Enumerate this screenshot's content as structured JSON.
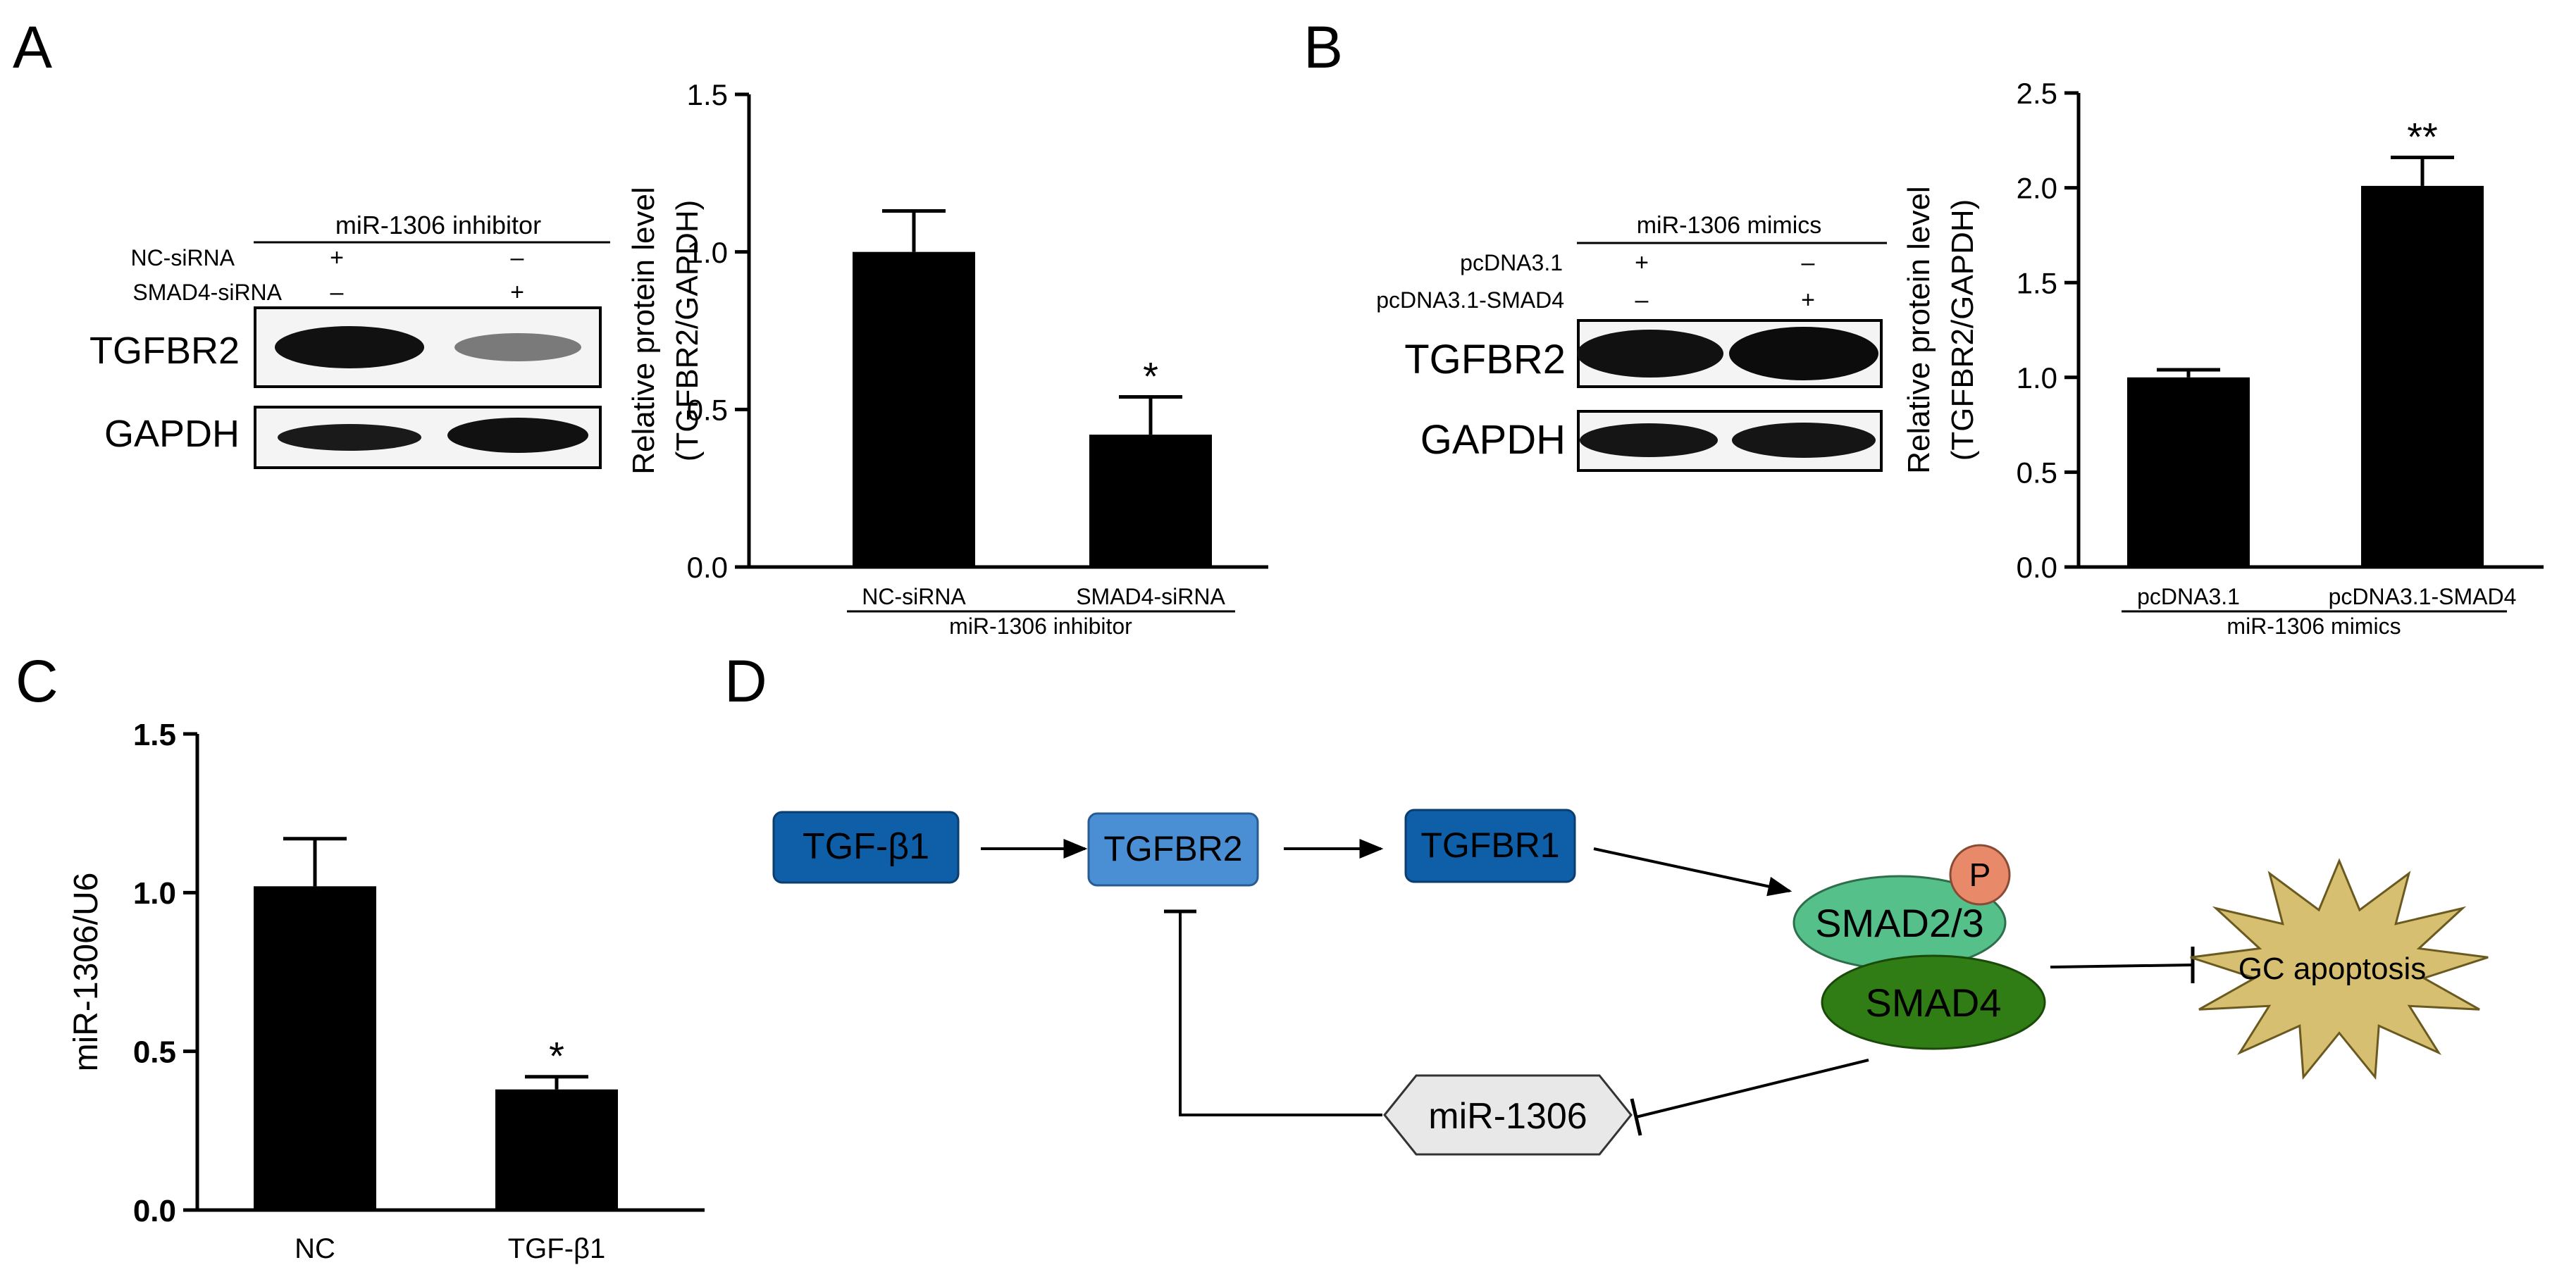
{
  "panels": {
    "A": {
      "letter": "A",
      "blot": {
        "group_label": "miR-1306 inhibitor",
        "rows": [
          {
            "label": "NC-siRNA",
            "signs": [
              "+",
              "–"
            ]
          },
          {
            "label": "SMAD4-siRNA",
            "signs": [
              "–",
              "+"
            ]
          }
        ],
        "bands": [
          "TGFBR2",
          "GAPDH"
        ]
      }
    },
    "B": {
      "letter": "B",
      "blot": {
        "group_label": "miR-1306 mimics",
        "rows": [
          {
            "label": "pcDNA3.1",
            "signs": [
              "+",
              "–"
            ]
          },
          {
            "label": "pcDNA3.1-SMAD4",
            "signs": [
              "–",
              "+"
            ]
          }
        ],
        "bands": [
          "TGFBR2",
          "GAPDH"
        ]
      }
    },
    "C": {
      "letter": "C"
    },
    "D": {
      "letter": "D",
      "nodes": {
        "tgfb1": "TGF-β1",
        "tgfbr2": "TGFBR2",
        "tgfbr1": "TGFBR1",
        "p": "P",
        "smad23": "SMAD2/3",
        "smad4": "SMAD4",
        "apoptosis": "GC apoptosis",
        "mir": "miR-1306"
      },
      "colors": {
        "dark_blue": "#0e5ea8",
        "light_blue": "#4a8fd4",
        "light_green": "#55c08a",
        "dark_green": "#2f7d14",
        "phospho": "#e8896a",
        "star": "#d7bf72",
        "hexagon": "#e8e8e8"
      }
    }
  },
  "chart_data": [
    {
      "id": "A",
      "type": "bar",
      "categories": [
        "NC-siRNA",
        "SMAD4-siRNA"
      ],
      "values": [
        1.0,
        0.42
      ],
      "errors": [
        0.13,
        0.12
      ],
      "significance": [
        "",
        "*"
      ],
      "group_label": "miR-1306 inhibitor",
      "ylabel": "Relative protein level",
      "ylabel2": "(TGFBR2/GAPDH)",
      "ylim": [
        0,
        1.5
      ],
      "yticks": [
        "0.0",
        "0.5",
        "1.0",
        "1.5"
      ],
      "bar_color": "#000000",
      "grid": false
    },
    {
      "id": "B",
      "type": "bar",
      "categories": [
        "pcDNA3.1",
        "pcDNA3.1-SMAD4"
      ],
      "values": [
        1.0,
        2.01
      ],
      "errors": [
        0.04,
        0.15
      ],
      "significance": [
        "",
        "**"
      ],
      "group_label": "miR-1306 mimics",
      "ylabel": "Relative protein level",
      "ylabel2": "(TGFBR2/GAPDH)",
      "ylim": [
        0,
        2.5
      ],
      "yticks": [
        "0.0",
        "0.5",
        "1.0",
        "1.5",
        "2.0",
        "2.5"
      ],
      "bar_color": "#000000",
      "grid": false
    },
    {
      "id": "C",
      "type": "bar",
      "categories": [
        "NC",
        "TGF-β1"
      ],
      "values": [
        1.02,
        0.38
      ],
      "errors": [
        0.15,
        0.04
      ],
      "significance": [
        "",
        "*"
      ],
      "group_label": "",
      "ylabel": "miR-1306/U6",
      "ylabel2": "",
      "ylim": [
        0,
        1.5
      ],
      "yticks": [
        "0.0",
        "0.5",
        "1.0",
        "1.5"
      ],
      "bar_color": "#000000",
      "grid": false
    }
  ]
}
